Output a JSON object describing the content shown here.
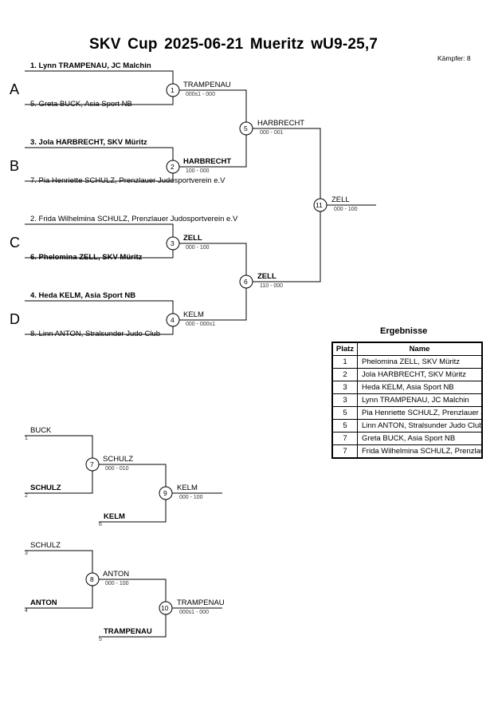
{
  "header": {
    "title": "SKV Cup  2025-06-21  Mueritz   wU9-25,7",
    "fighters": "Kämpfer: 8"
  },
  "groups": [
    "A",
    "B",
    "C",
    "D"
  ],
  "entries": [
    "1. Lynn TRAMPENAU, JC Malchin",
    "5. Greta BUCK, Asia Sport NB",
    "3. Jola HARBRECHT, SKV Müritz",
    "7. Pia Henriette SCHULZ, Prenzlauer Judosportverein e.V",
    "2. Frida Wilhelmina SCHULZ, Prenzlauer Judosportverein e.V",
    "6. Phelomina ZELL, SKV Müritz",
    "4. Heda KELM, Asia Sport NB",
    "8. Linn ANTON, Stralsunder Judo Club"
  ],
  "main_bracket": {
    "r1": [
      {
        "no": "1",
        "winner": "TRAMPENAU",
        "score": "000s1 - 000"
      },
      {
        "no": "2",
        "winner": "HARBRECHT",
        "score": "100 - 000"
      },
      {
        "no": "3",
        "winner": "ZELL",
        "score": "000 - 100"
      },
      {
        "no": "4",
        "winner": "KELM",
        "score": "000 - 000s1"
      }
    ],
    "r2": [
      {
        "no": "5",
        "winner": "HARBRECHT",
        "score": "000 - 001"
      },
      {
        "no": "6",
        "winner": "ZELL",
        "score": "110 - 000"
      }
    ],
    "final": {
      "no": "11",
      "winner": "ZELL",
      "score": "000 - 100"
    }
  },
  "repechage": {
    "m7": {
      "no": "7",
      "top": "BUCK",
      "top_seed": "1",
      "bottom": "SCHULZ",
      "bottom_seed": "2",
      "winner": "SCHULZ",
      "score": "000 - 010"
    },
    "m9": {
      "no": "9",
      "bottom": "KELM",
      "bottom_seed": "6",
      "winner": "KELM",
      "score": "000 - 100"
    },
    "m8": {
      "no": "8",
      "top": "SCHULZ",
      "top_seed": "3",
      "bottom": "ANTON",
      "bottom_seed": "4",
      "winner": "ANTON",
      "score": "000 - 100"
    },
    "m10": {
      "no": "10",
      "bottom": "TRAMPENAU",
      "bottom_seed": "5",
      "winner": "TRAMPENAU",
      "score": "000s1 - 000"
    }
  },
  "results": {
    "heading": "Ergebnisse",
    "col_place": "Platz",
    "col_name": "Name",
    "rows": [
      {
        "place": "1",
        "name": "Phelomina ZELL, SKV Müritz"
      },
      {
        "place": "2",
        "name": "Jola HARBRECHT, SKV Müritz"
      },
      {
        "place": "3",
        "name": "Heda KELM, Asia Sport NB"
      },
      {
        "place": "3",
        "name": "Lynn TRAMPENAU, JC Malchin"
      },
      {
        "place": "5",
        "name": "Pia Henriette SCHULZ, Prenzlauer Judosportverein e.V"
      },
      {
        "place": "5",
        "name": "Linn ANTON, Stralsunder Judo Club"
      },
      {
        "place": "7",
        "name": "Greta BUCK, Asia Sport NB"
      },
      {
        "place": "7",
        "name": "Frida Wilhelmina SCHULZ, Prenzlauer Judosportverein e.V"
      }
    ]
  }
}
